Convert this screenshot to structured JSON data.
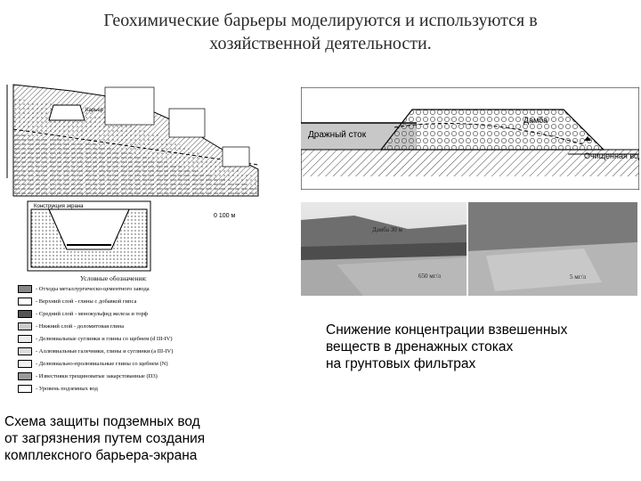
{
  "title": {
    "line1": "Геохимические барьеры моделируются и используются в",
    "line2": "хозяйственной деятельности."
  },
  "left_figure": {
    "section_labels": {
      "screen_design": "Конструкция экрана",
      "quarry": "Карьер",
      "legend_title": "Условные обозначения:",
      "scale": "0   100 м"
    },
    "legend_items": [
      "- Отходы металлургическо-цементного завода",
      "- Верхний слой - глины с добавкой гипса",
      "- Средний слой - монокульфид железа и торф",
      "- Нижний слой - доломитовая глина",
      "- Делювиальные суглинки и глины со щебнем (d III-IV)",
      "- Аллювиальные галечники, глины и суглинки (а III-IV)",
      "- Делювиально-пролювиальные глины со щебнем (N)",
      "- Известняки трещиноватые закарстованные (D3)",
      "- Уровень подземных вод"
    ],
    "caption": [
      "Схема защиты подземных вод",
      "от загрязнения путем создания",
      "комплексного барьера-экрана"
    ]
  },
  "right_figure": {
    "diagram_labels": {
      "drainage_flow": "Дражный сток",
      "dam": "Дамба",
      "clean_water": "Очищенная вода"
    },
    "photo_labels": {
      "dam_30m": "Дамба 30 м",
      "left_conc": "650 мг/л",
      "right_conc": "5 мг/л"
    },
    "caption": [
      "Снижение концентрации взвешенных",
      "веществ в дренажных стоках",
      "на грунтовых фильтрах"
    ]
  }
}
